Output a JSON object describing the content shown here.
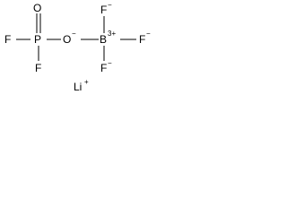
{
  "molecule": {
    "atoms": {
      "f_left": "F",
      "p": "P",
      "o_top": "O",
      "f_bottom": "F",
      "o_bridge": "O",
      "o_bridge_charge": "−",
      "b": "B",
      "b_charge": "3+",
      "f_b_top": "F",
      "f_b_right": "F",
      "f_b_bottom": "F",
      "f_b_top_charge": "−",
      "f_b_right_charge": "−",
      "f_b_bottom_charge": "−"
    },
    "counterion": {
      "symbol": "Li",
      "charge": "+"
    }
  }
}
